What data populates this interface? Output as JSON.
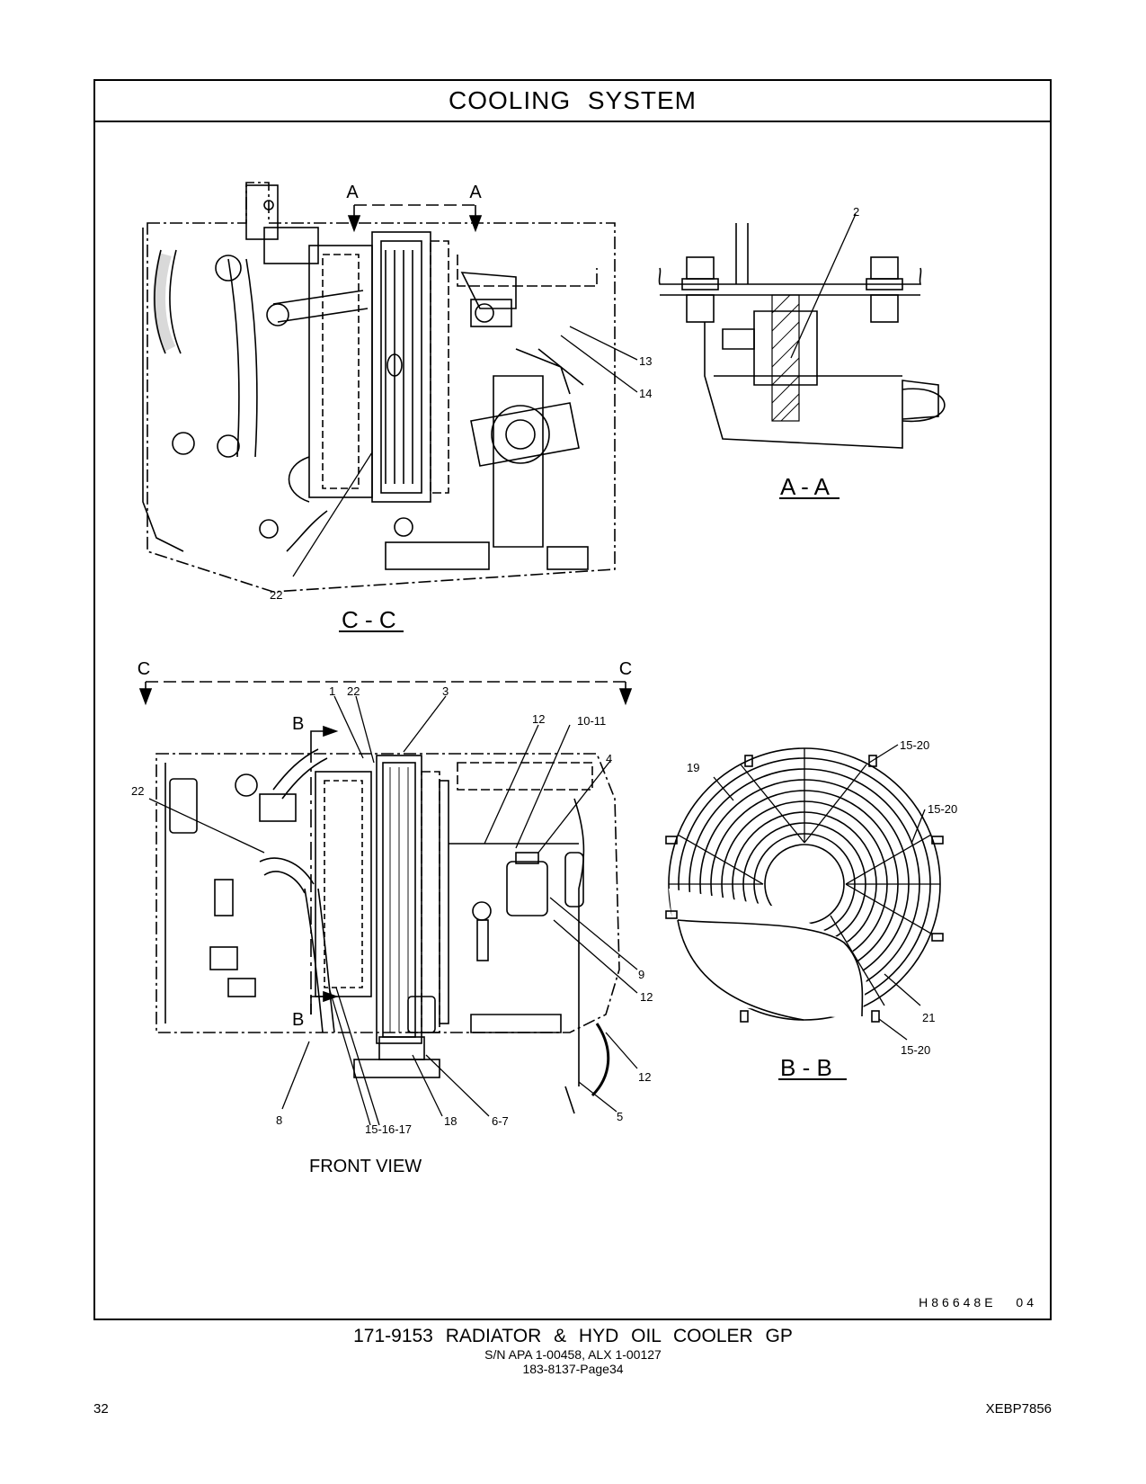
{
  "header": {
    "title": "COOLING SYSTEM"
  },
  "sections": {
    "aa": "A - A",
    "bb": "B - B",
    "cc": "C - C",
    "front": "FRONT VIEW",
    "letter_a": "A",
    "letter_b": "B",
    "letter_c": "C"
  },
  "callouts": {
    "cc_22": "22",
    "aa_2": "2",
    "aa_13": "13",
    "aa_14": "14",
    "fv_1": "1",
    "fv_22_top": "22",
    "fv_3": "3",
    "fv_12_top": "12",
    "fv_10_11": "10-11",
    "fv_4": "4",
    "fv_22_left": "22",
    "fv_9": "9",
    "fv_12_mid": "12",
    "fv_12_low": "12",
    "fv_5": "5",
    "fv_6_7": "6-7",
    "fv_18": "18",
    "fv_15_16_17": "15-16-17",
    "fv_8": "8",
    "bb_19": "19",
    "bb_15_20_top": "15-20",
    "bb_15_20_mid": "15-20",
    "bb_21": "21",
    "bb_15_20_low": "15-20"
  },
  "illustration_id": "H86648E 04",
  "caption": {
    "title": "171-9153 RADIATOR & HYD OIL COOLER GP",
    "serial": "S/N APA 1-00458, ALX 1-00127",
    "ref": "183-8137-Page34"
  },
  "footer": {
    "page_number": "32",
    "doc_id": "XEBP7856"
  }
}
